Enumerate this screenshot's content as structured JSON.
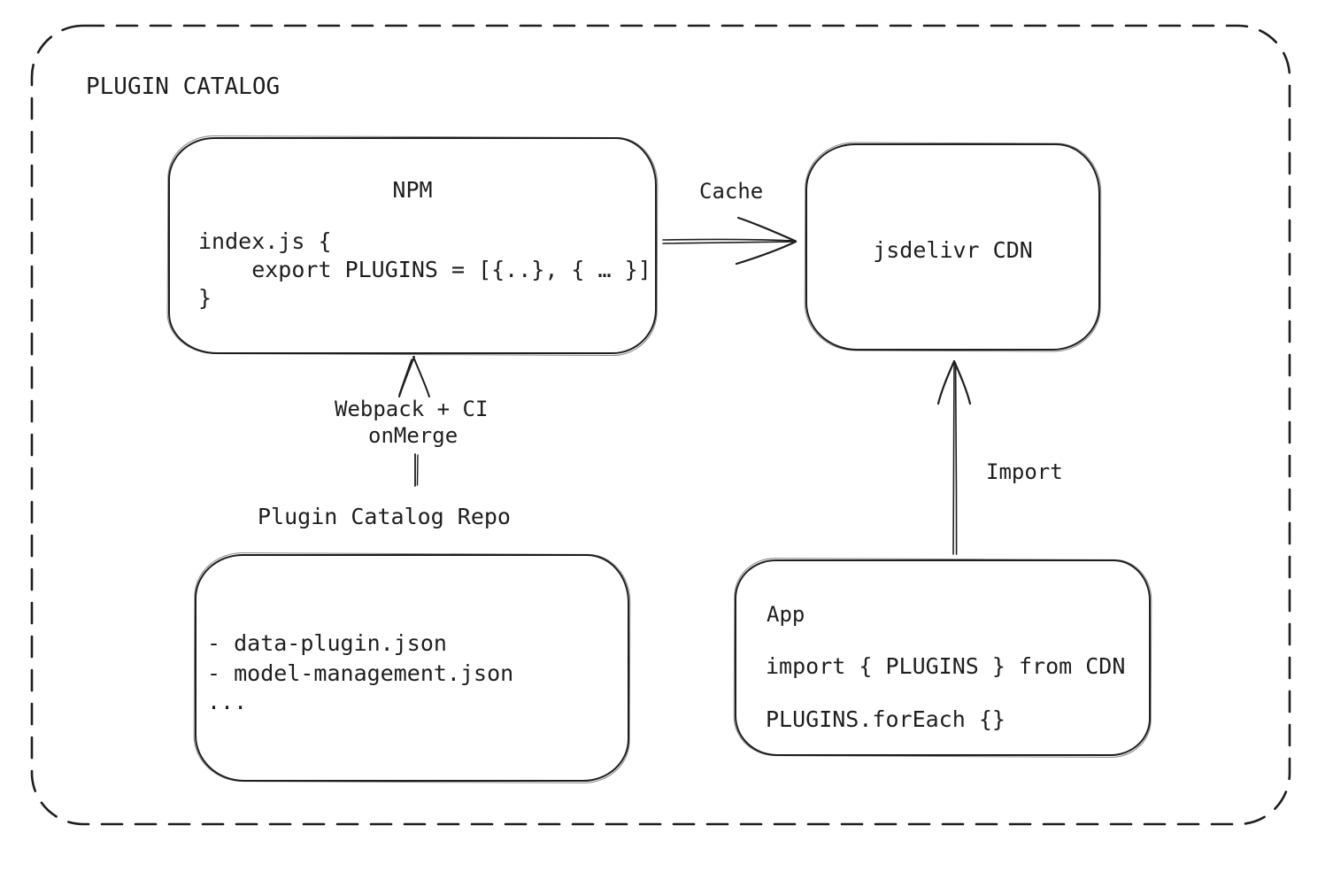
{
  "diagram": {
    "title": "PLUGIN CATALOG",
    "nodes": {
      "npm": {
        "title": "NPM",
        "code": [
          "index.js {",
          "    export PLUGINS = [{..}, { … }]",
          "}"
        ]
      },
      "cdn": {
        "label": "jsdelivr CDN"
      },
      "repo": {
        "heading": "Plugin Catalog Repo",
        "files": [
          "- data-plugin.json",
          "- model-management.json",
          "..."
        ]
      },
      "app": {
        "title": "App",
        "code": [
          "import { PLUGINS } from CDN",
          "PLUGINS.forEach {}"
        ]
      }
    },
    "edges": {
      "cache": {
        "label": "Cache"
      },
      "build": {
        "labels": [
          "Webpack + CI",
          "onMerge"
        ]
      },
      "import": {
        "label": "Import"
      }
    },
    "colors": {
      "stroke": "#1e1e1e",
      "background": "#ffffff"
    }
  }
}
